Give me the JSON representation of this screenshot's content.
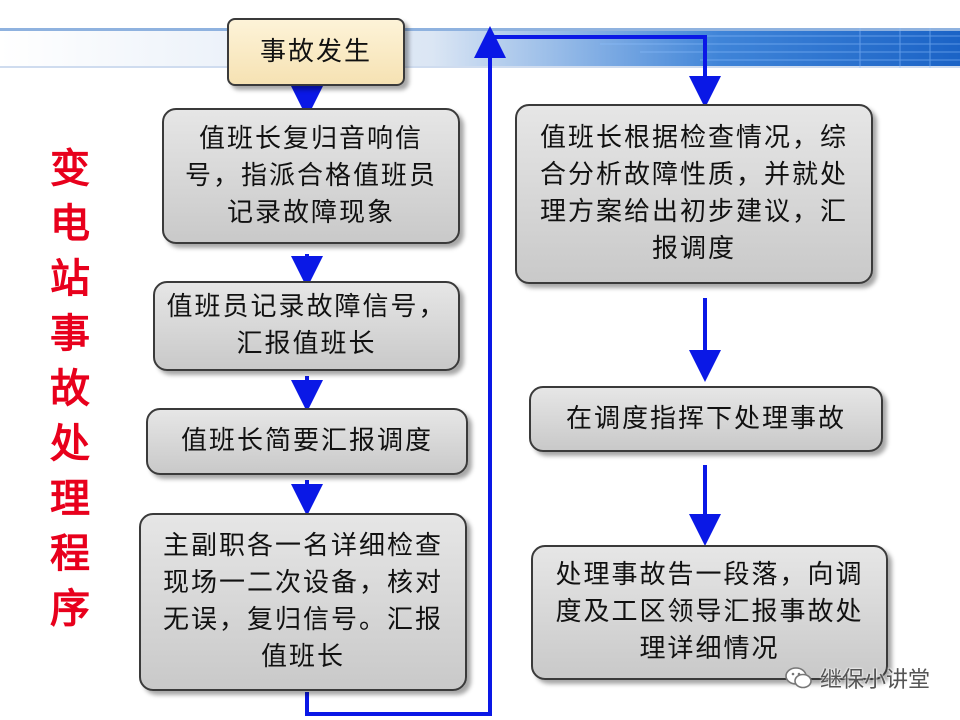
{
  "side_title": "变电站事故处理程序",
  "nodes": {
    "start": "事故发生",
    "l1": "值班长复归音响信号，指派合格值班员记录故障现象",
    "l2": "值班员记录故障信号，汇报值班长",
    "l3": "值班长简要汇报调度",
    "l4": "主副职各一名详细检查现场一二次设备，核对无误，复归信号。汇报值班长",
    "r1": "值班长根据检查情况，综合分析故障性质，并就处理方案给出初步建议，汇报调度",
    "r2": "在调度指挥下处理事故",
    "r3": "处理事故告一段落，向调度及工区领导汇报事故处理详细情况"
  },
  "watermark": "继保小讲堂",
  "colors": {
    "arrow": "#0a18e6",
    "title": "#e8001c",
    "banner": "#1b63c6"
  }
}
